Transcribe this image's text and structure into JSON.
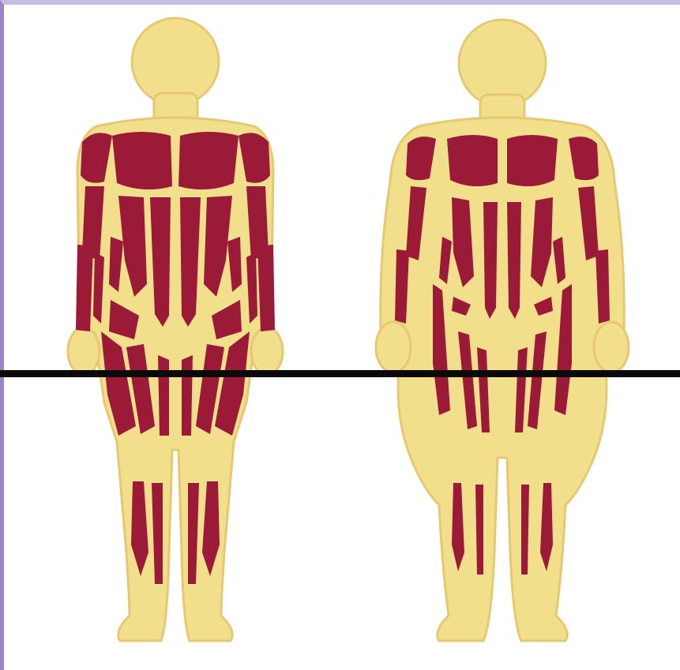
{
  "slide": {
    "title_fragment": "",
    "accent_color": "#2e4a94",
    "frame_color": "#9a86c6"
  },
  "figure": {
    "skin_color": "#f2df8c",
    "skin_outline_color": "#e7c872",
    "muscle_color": "#9b1a37",
    "divider_color": "#0a0a0a",
    "bodies": [
      {
        "id": "left-body",
        "type": "lean muscular figure"
      },
      {
        "id": "right-body",
        "type": "figure with more fat layer"
      }
    ]
  }
}
